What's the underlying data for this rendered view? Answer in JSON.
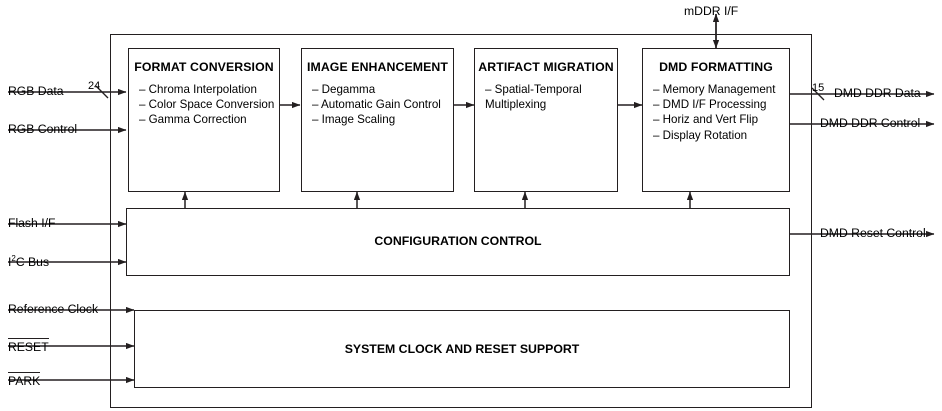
{
  "diagram": {
    "title": "DLP display controller block diagram",
    "colors": {
      "line": "#231f20",
      "background": "#ffffff"
    },
    "blocks": [
      {
        "id": "format-conversion",
        "title": "FORMAT CONVERSION",
        "items": [
          "– Chroma Interpolation",
          "– Color Space Conversion",
          "– Gamma Correction"
        ]
      },
      {
        "id": "image-enhancement",
        "title": "IMAGE ENHANCEMENT",
        "items": [
          "– Degamma",
          "– Automatic Gain Control",
          "– Image Scaling"
        ]
      },
      {
        "id": "artifact-migration",
        "title": "ARTIFACT MIGRATION",
        "items": [
          "– Spatial-Temporal",
          "   Multiplexing"
        ]
      },
      {
        "id": "dmd-formatting",
        "title": "DMD FORMATTING",
        "items": [
          "– Memory Management",
          "– DMD I/F Processing",
          "– Horiz and Vert Flip",
          "– Display Rotation"
        ]
      }
    ],
    "bars": [
      {
        "id": "configuration-control",
        "title": "CONFIGURATION CONTROL"
      },
      {
        "id": "system-clock-reset",
        "title": "SYSTEM CLOCK AND RESET SUPPORT"
      }
    ],
    "inputs_left": [
      {
        "id": "rgb-data",
        "label": "RGB Data",
        "bus_width": "24"
      },
      {
        "id": "rgb-control",
        "label": "RGB Control",
        "bus_width": ""
      },
      {
        "id": "flash-if",
        "label": "Flash I/F",
        "bus_width": ""
      },
      {
        "id": "i2c-bus",
        "label": "I2C Bus",
        "label_pre": "I",
        "label_sup": "2",
        "label_post": "C Bus",
        "bus_width": ""
      },
      {
        "id": "reference-clock",
        "label": "Reference Clock",
        "bus_width": ""
      },
      {
        "id": "reset",
        "label": "RESET",
        "overline": true,
        "bus_width": ""
      },
      {
        "id": "park",
        "label": "PARK",
        "overline": true,
        "bus_width": ""
      }
    ],
    "outputs_right": [
      {
        "id": "dmd-ddr-data",
        "label": "DMD DDR Data",
        "bus_width": "15"
      },
      {
        "id": "dmd-ddr-control",
        "label": "DMD DDR Control",
        "bus_width": ""
      },
      {
        "id": "dmd-reset-control",
        "label": "DMD Reset Control",
        "bus_width": ""
      }
    ],
    "top_interface": {
      "id": "mddr-if",
      "label": "mDDR I/F"
    }
  }
}
